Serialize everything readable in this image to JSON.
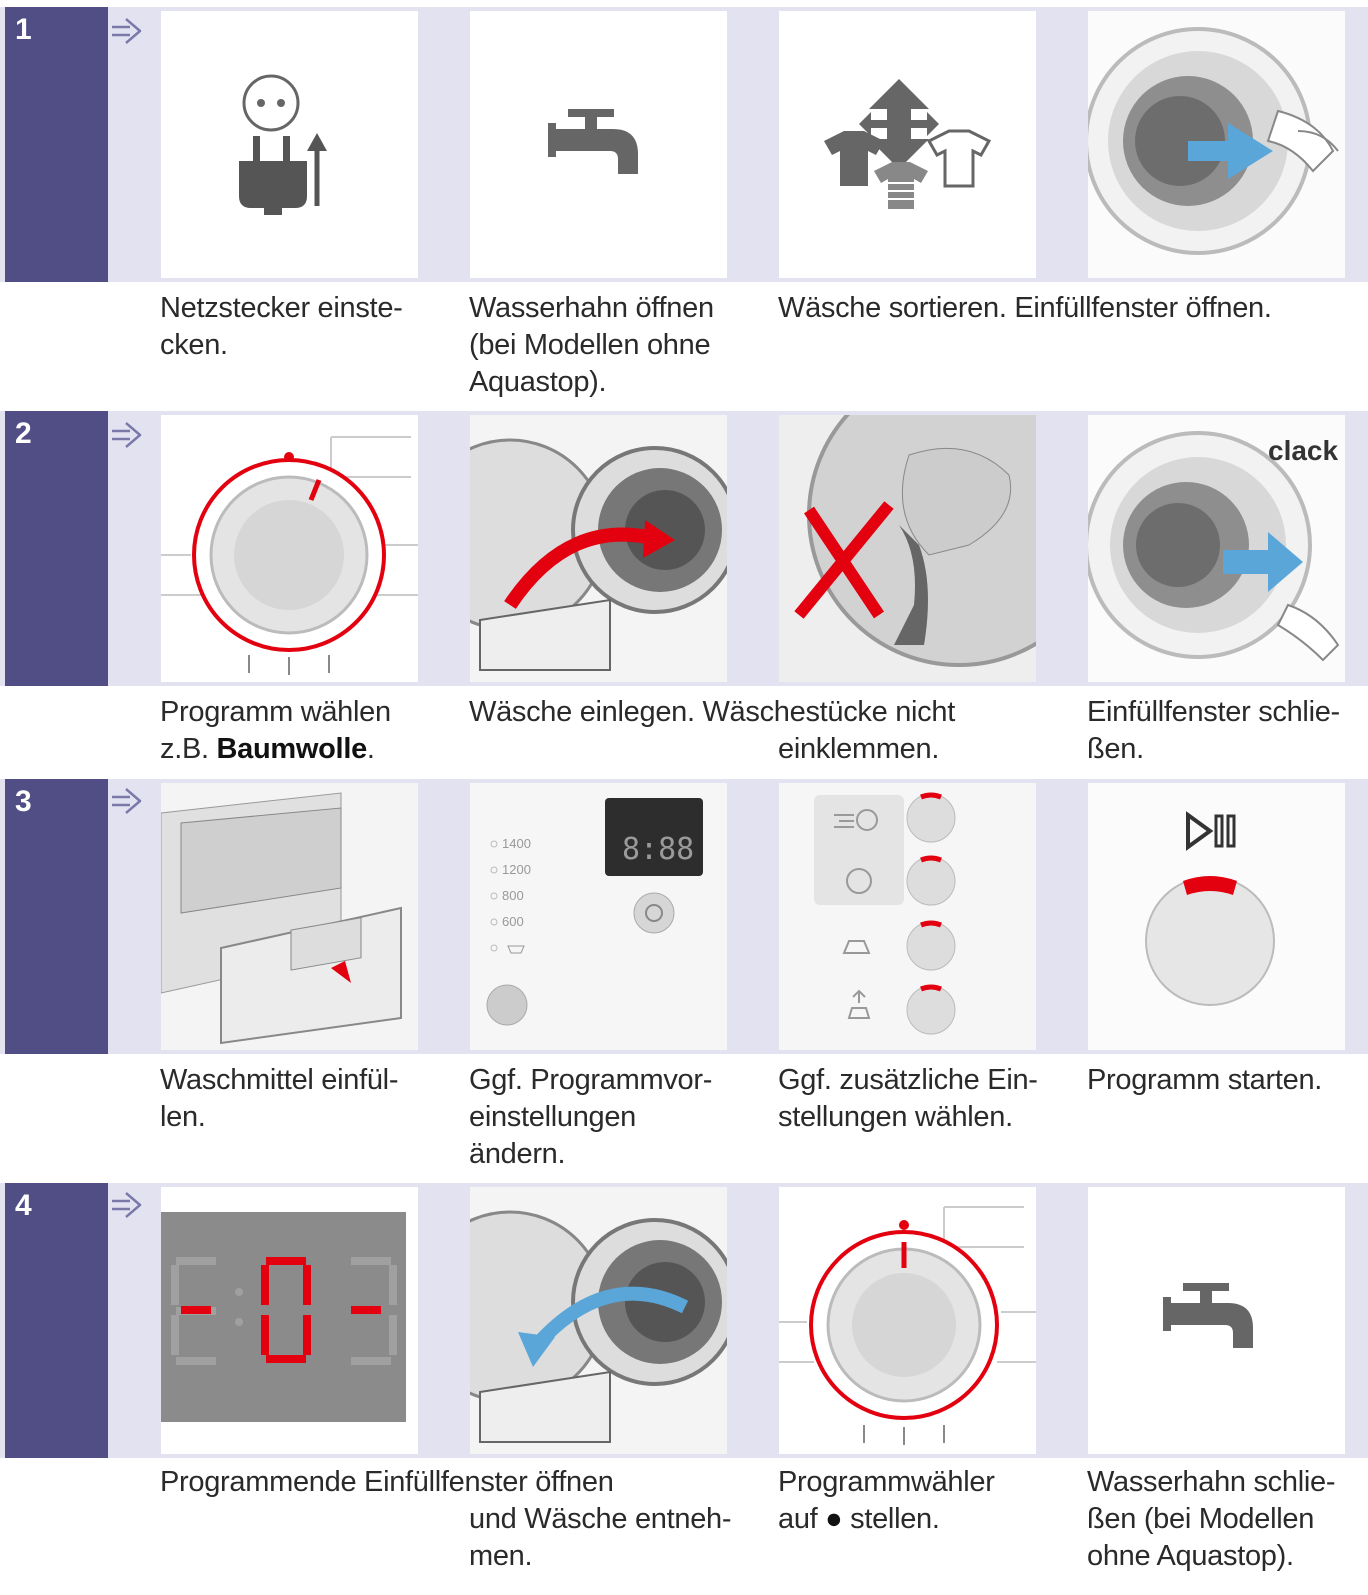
{
  "steps": [
    {
      "number": "1"
    },
    {
      "number": "2"
    },
    {
      "number": "3"
    },
    {
      "number": "4"
    }
  ],
  "captions": {
    "s1_plug": [
      "Netzstecker einste-",
      "cken."
    ],
    "s1_tap": [
      "Wasserhahn öffnen",
      "(bei Modellen ohne",
      "Aquastop)."
    ],
    "s1_sort": "Wäsche sortieren. Einfüllfenster öffnen.",
    "s2_program": {
      "line1": "Programm wählen",
      "prefix": "z.B. ",
      "bold": "Baumwolle",
      "suffix": "."
    },
    "s2_load": [
      "Wäsche einlegen. Wäschestücke nicht",
      "einklemmen."
    ],
    "s2_close": [
      "Einfüllfenster schlie-",
      "ßen."
    ],
    "s3_detergent": [
      "Waschmittel einfül-",
      "len."
    ],
    "s3_presets": [
      "Ggf. Programmvor-",
      "einstellungen",
      "ändern."
    ],
    "s3_extra": [
      "Ggf. zusätzliche Ein-",
      "stellungen wählen."
    ],
    "s3_start": "Programm starten.",
    "s4_end": [
      "Programmende Einfüllfenster öffnen",
      "und Wäsche entneh-",
      "men."
    ],
    "s4_selector": {
      "line1": "Programmwähler",
      "prefix": "auf ",
      "dot": "●",
      "suffix": " stellen."
    },
    "s4_tap": [
      "Wasserhahn schlie-",
      "ßen (bei Modellen",
      "ohne Aquastop)."
    ]
  },
  "panel_text": {
    "clack": "clack",
    "display": "8:88",
    "spin_speeds": [
      "1400",
      "1200",
      "800",
      "600"
    ]
  },
  "colors": {
    "step_number_bg": "#504e85",
    "band_bg": "#e3e2f1",
    "accent_red": "#e3000f",
    "accent_blue": "#5aa6d8",
    "icon_gray": "#6b6b6b"
  }
}
